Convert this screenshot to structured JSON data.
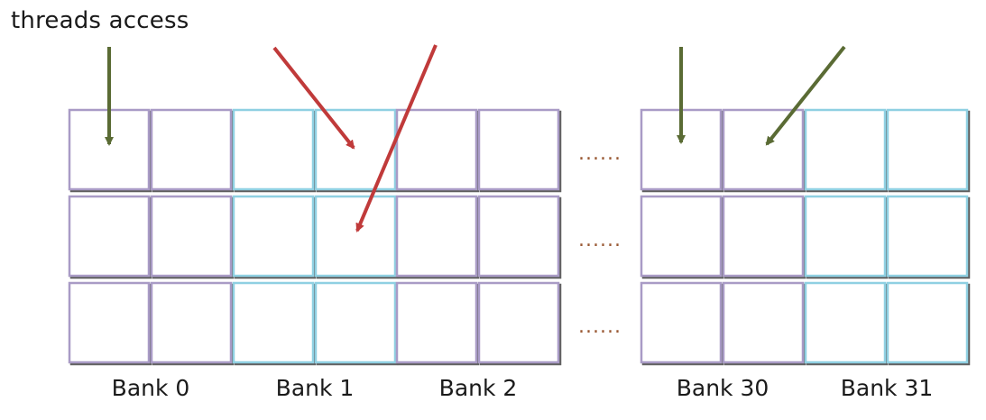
{
  "caption": "threads access",
  "banks": [
    "Bank 0",
    "Bank 1",
    "Bank 2",
    "Bank 30",
    "Bank 31"
  ],
  "ellipsis": "......",
  "colors": {
    "bank_purple": "#a99bc6",
    "bank_cyan": "#8fd0e2",
    "cell_shadow": "#5f5f5f",
    "arrow_green": "#5a6b34",
    "arrow_red": "#c03a3a",
    "dots": "#9a5a35"
  }
}
